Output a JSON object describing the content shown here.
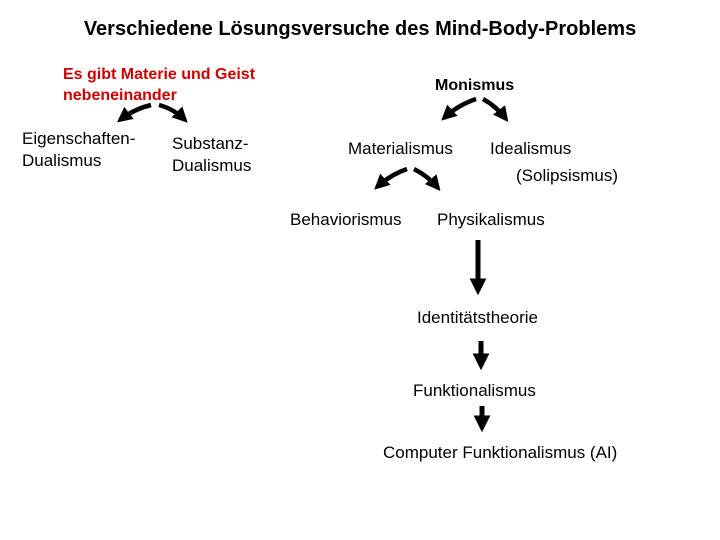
{
  "slide": {
    "title": "Verschiedene Lösungsversuche des Mind-Body-Problems",
    "background_color": "#ffffff",
    "accent_red": "#cc0000",
    "text_color": "#000000"
  },
  "nodes": {
    "premise": {
      "line1": "Es gibt Materie und Geist",
      "line2": "nebeneinander",
      "color": "#cc0000"
    },
    "monismus": {
      "label": "Monismus"
    },
    "eigenschaften_dualismus": {
      "line1": "Eigenschaften-",
      "line2": "Dualismus"
    },
    "substanz_dualismus": {
      "line1": "Substanz-",
      "line2": "Dualismus"
    },
    "materialismus": {
      "label": "Materialismus"
    },
    "idealismus": {
      "label": "Idealismus"
    },
    "solipsismus": {
      "label": "(Solipsismus)"
    },
    "behaviorismus": {
      "label": "Behaviorismus"
    },
    "physikalismus": {
      "label": "Physikalismus"
    },
    "identitaetstheorie": {
      "label": "Identitätstheorie"
    },
    "funktionalismus": {
      "label": "Funktionalismus"
    },
    "computer_funktionalismus": {
      "label": "Computer Funktionalismus (AI)"
    }
  },
  "icons": {
    "connectors": [
      "arrow-premise-to-eigenschaften-dualismus",
      "arrow-premise-to-substanz-dualismus",
      "arrow-monismus-to-materialismus",
      "arrow-monismus-to-idealismus",
      "arrow-materialismus-to-behaviorismus",
      "arrow-materialismus-to-physikalismus",
      "arrow-physikalismus-to-identitaetstheorie",
      "arrow-identitaetstheorie-to-funktionalismus",
      "arrow-funktionalismus-to-computer-funktionalismus"
    ],
    "connector_color": "#000000"
  }
}
